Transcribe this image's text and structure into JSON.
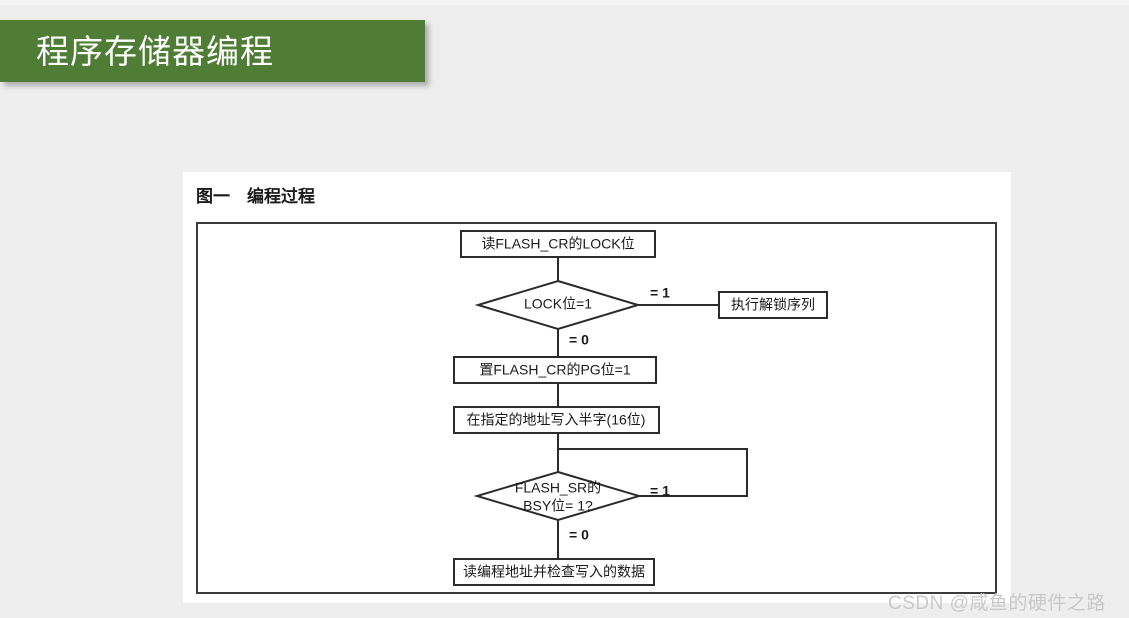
{
  "slide": {
    "background_color": "#eeeeee",
    "banner": {
      "title": "程序存储器编程",
      "fill_color": "#4f7d36",
      "text_color": "#ffffff"
    }
  },
  "figure": {
    "caption": "图一　编程过程",
    "panel_color": "#ffffff",
    "border_color": "#3a3a3a"
  },
  "flowchart": {
    "nodes": [
      {
        "id": "read-lock",
        "type": "process",
        "label": "读FLASH_CR的LOCK位"
      },
      {
        "id": "lock-decision",
        "type": "decision",
        "label": "LOCK位=1"
      },
      {
        "id": "unlock-seq",
        "type": "process",
        "label": "执行解锁序列"
      },
      {
        "id": "set-pg",
        "type": "process",
        "label": "置FLASH_CR的PG位=1"
      },
      {
        "id": "write-halfword",
        "type": "process",
        "label": "在指定的地址写入半字(16位)"
      },
      {
        "id": "bsy-decision",
        "type": "decision",
        "label_line1": "FLASH_SR的",
        "label_line2": "BSY位= 1?"
      },
      {
        "id": "verify-data",
        "type": "process",
        "label": "读编程地址并检查写入的数据"
      }
    ],
    "edge_labels": {
      "lock_yes": "= 1",
      "lock_no": "= 0",
      "bsy_yes": "= 1",
      "bsy_no": "= 0"
    }
  },
  "watermark": {
    "text": "CSDN @咸鱼的硬件之路"
  }
}
